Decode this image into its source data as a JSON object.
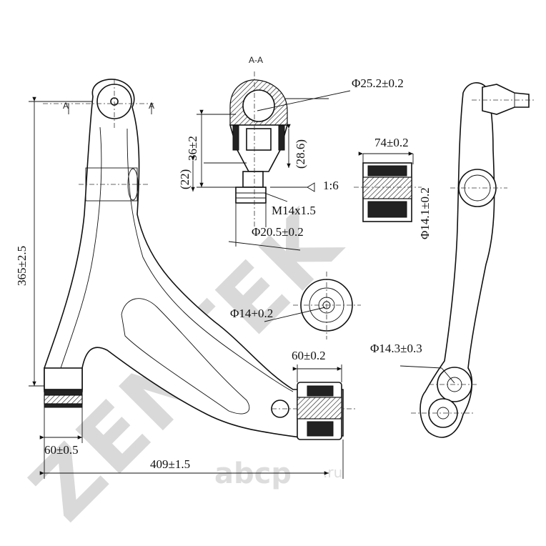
{
  "watermark": {
    "brand": "ZENTEK",
    "site_main": "abcp",
    "site_suffix": ".ru"
  },
  "section": {
    "label": "A-A",
    "marker_left": "A",
    "marker_right": "A"
  },
  "dimensions": {
    "height": "365±2.5",
    "width": "409±1.5",
    "front_bush_width": "60±0.5",
    "rear_bush_width": "60±0.2",
    "ball_diameter": "Φ25.2±0.2",
    "ball_height": "36±2",
    "ball_lower": "(22)",
    "ball_inner": "(28.6)",
    "taper": "1:6",
    "thread": "M14x1.5",
    "ball_base_diameter": "Φ20.5±0.2",
    "bush_length": "74±0.2",
    "bush_bore": "Φ14.1±0.2",
    "rear_bore": "Φ14+0.2",
    "side_bore": "Φ14.3±0.3"
  }
}
